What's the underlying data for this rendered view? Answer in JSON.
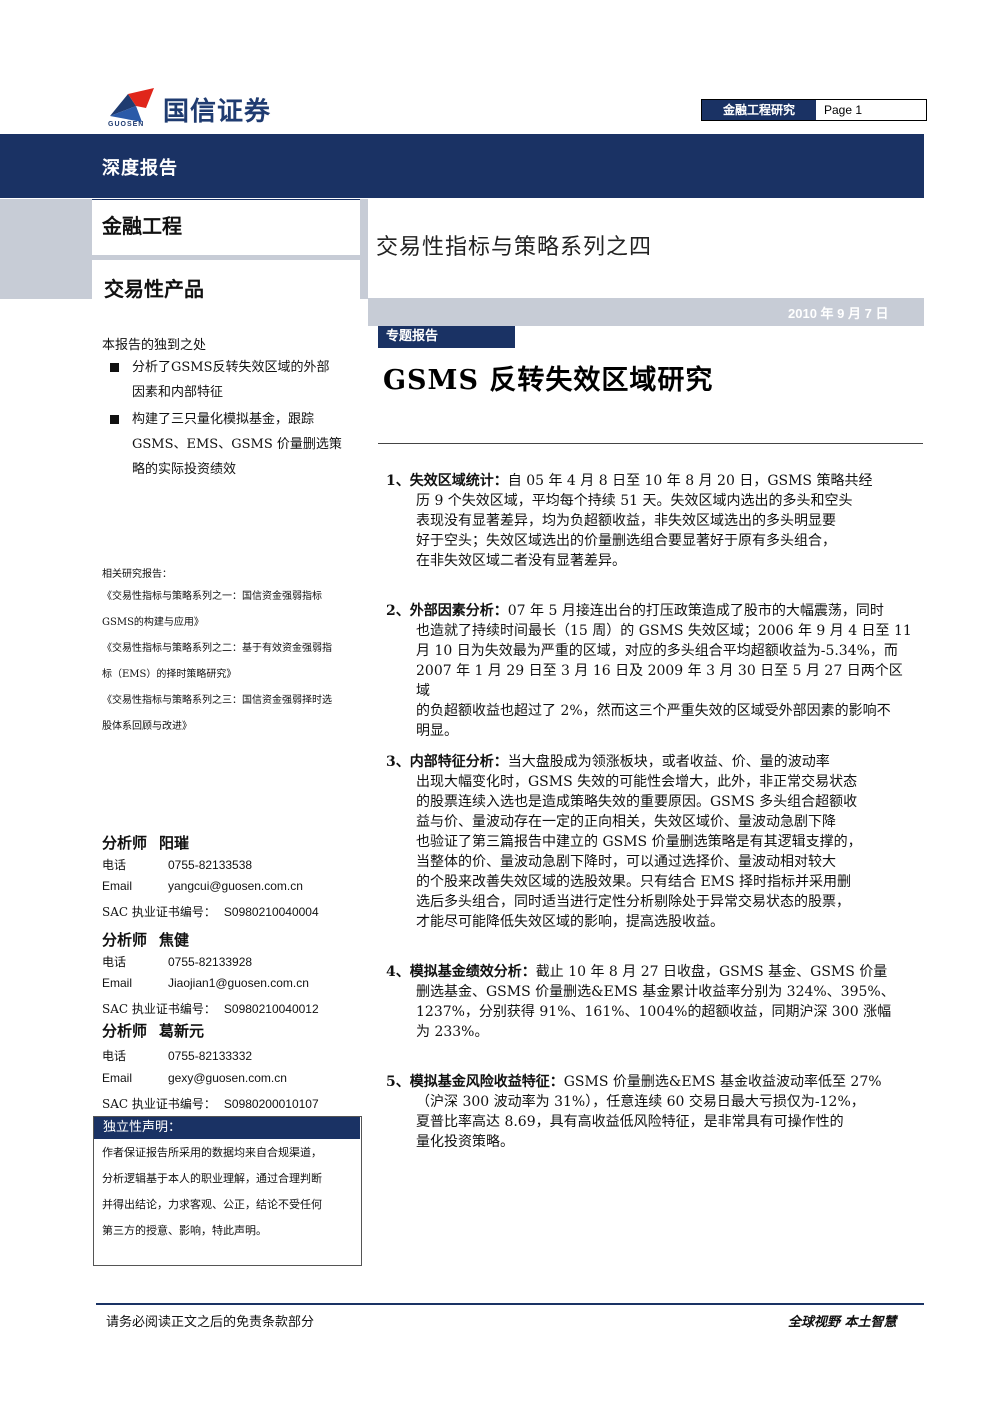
{
  "header": {
    "logo_cn": "国信证券",
    "logo_en": "GUOSEN",
    "department": "金融工程研究",
    "page_label": "Page 1"
  },
  "banner": {
    "title": "深度报告"
  },
  "category": {
    "primary": "金融工程",
    "secondary": "交易性产品"
  },
  "series_title": "交易性指标与策略系列之四",
  "date": "2010 年 9 月 7 日",
  "special_tag": "专题报告",
  "main_title": "GSMS 反转失效区域研究",
  "unique_points": {
    "heading": "本报告的独到之处",
    "items": [
      [
        "分析了GSMS反转失效区域的外部",
        "因素和内部特征"
      ],
      [
        "构建了三只量化模拟基金，跟踪",
        "GSMS、EMS、GSMS 价量删选策",
        "略的实际投资绩效"
      ]
    ]
  },
  "related": {
    "heading": "相关研究报告：",
    "lines": [
      "《交易性指标与策略系列之一：国信资金强弱指标",
      "GSMS的构建与应用》",
      "《交易性指标与策略系列之二：基于有效资金强弱指",
      "标（EMS）的择时策略研究》",
      "《交易性指标与策略系列之三：国信资金强弱择时选",
      "股体系回顾与改进》"
    ]
  },
  "analysts": [
    {
      "role": "分析师",
      "name": "阳璀",
      "phone_label": "电话",
      "phone": "0755-82133538",
      "email_label": "Email",
      "email": "yangcui@guosen.com.cn",
      "sac_label": "SAC 执业证书编号：",
      "sac": "S0980210040004"
    },
    {
      "role": "分析师",
      "name": "焦健",
      "phone_label": "电话",
      "phone": "0755-82133928",
      "email_label": "Email",
      "email": "Jiaojian1@guosen.com.cn",
      "sac_label": "SAC 执业证书编号：",
      "sac": "S0980210040012"
    },
    {
      "role": "分析师",
      "name": "葛新元",
      "phone_label": "电话",
      "phone": "0755-82133332",
      "email_label": "Email",
      "email": "gexy@guosen.com.cn",
      "sac_label": "SAC 执业证书编号：",
      "sac": "S0980200010107"
    }
  ],
  "declaration": {
    "heading": "独立性声明：",
    "lines": [
      "作者保证报告所采用的数据均来自合规渠道，",
      "分析逻辑基于本人的职业理解，通过合理判断",
      "并得出结论，力求客观、公正，结论不受任何",
      "第三方的授意、影响，特此声明。"
    ]
  },
  "summary": [
    {
      "num": "1、",
      "head": "失效区域统计：",
      "lines": [
        "自 05 年 4 月 8 日至 10 年 8 月 20 日，GSMS 策略共经",
        "历 9 个失效区域，平均每个持续 51 天。失效区域内选出的多头和空头",
        "表现没有显著差异，均为负超额收益，非失效区域选出的多头明显要",
        "好于空头；失效区域选出的价量删选组合要显著好于原有多头组合，",
        "在非失效区域二者没有显著差异。"
      ]
    },
    {
      "num": "2、",
      "head": "外部因素分析：",
      "lines": [
        "07 年 5 月接连出台的打压政策造成了股市的大幅震荡，同时",
        "也造就了持续时间最长（15 周）的 GSMS 失效区域；2006 年 9 月 4 日至 11",
        "月 10 日为失效最为严重的区域，对应的多头组合平均超额收益为-5.34%，而",
        "2007 年 1 月 29 日至 3 月 16 日及 2009 年 3 月 30 日至 5 月 27 日两个区域",
        "的负超额收益也超过了 2%，然而这三个严重失效的区域受外部因素的影响不",
        "明显。"
      ]
    },
    {
      "num": "3、",
      "head": "内部特征分析：",
      "lines": [
        "当大盘股成为领涨板块，或者收益、价、量的波动率",
        "出现大幅变化时，GSMS 失效的可能性会增大，此外，非正常交易状态",
        "的股票连续入选也是造成策略失效的重要原因。GSMS 多头组合超额收",
        "益与价、量波动存在一定的正向相关，失效区域价、量波动急剧下降",
        "也验证了第三篇报告中建立的 GSMS 价量删选策略是有其逻辑支撑的，",
        "当整体的价、量波动急剧下降时，可以通过选择价、量波动相对较大",
        "的个股来改善失效区域的选股效果。只有结合 EMS 择时指标并采用删",
        "选后多头组合，同时适当进行定性分析剔除处于异常交易状态的股票，",
        "才能尽可能降低失效区域的影响，提高选股收益。"
      ]
    },
    {
      "num": "4、",
      "head": "模拟基金绩效分析：",
      "lines": [
        "截止 10 年 8 月 27 日收盘，GSMS 基金、GSMS 价量",
        "删选基金、GSMS 价量删选&EMS 基金累计收益率分别为 324%、395%、",
        "1237%，分别获得 91%、161%、1004%的超额收益，同期沪深 300 涨幅",
        "为 233%。"
      ]
    },
    {
      "num": "5、",
      "head": "模拟基金风险收益特征：",
      "lines": [
        "GSMS 价量删选&EMS 基金收益波动率低至 27%",
        "（沪深 300 波动率为 31%），任意连续 60 交易日最大亏损仅为-12%，",
        "夏普比率高达 8.69，具有高收益低风险特征，是非常具有可操作性的",
        "量化投资策略。"
      ]
    }
  ],
  "footer": {
    "disclaimer": "请务必阅读正文之后的免责条款部分",
    "slogan": "全球视野  本土智慧"
  },
  "colors": {
    "navy": "#1a3264",
    "grey_band": "#c7ccd6",
    "logo_red": "#e0261b",
    "logo_blue": "#1f3b70"
  }
}
